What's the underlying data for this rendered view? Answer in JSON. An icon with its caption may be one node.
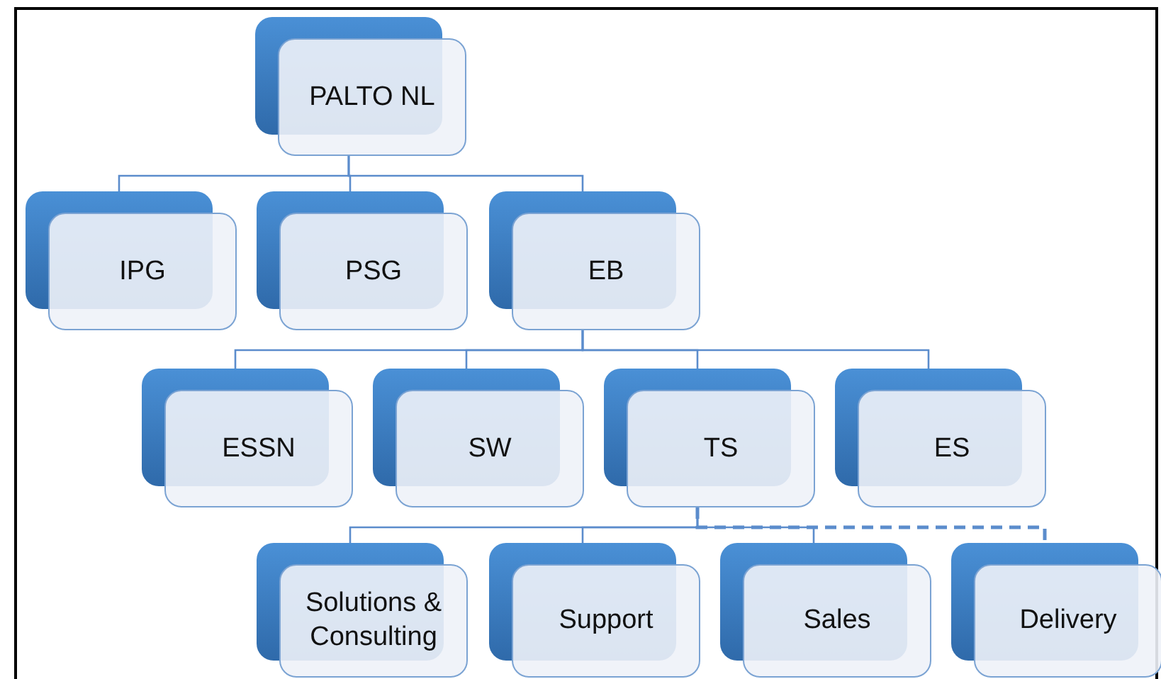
{
  "diagram": {
    "nodes": [
      {
        "text": [
          "PALTO NL"
        ]
      },
      {
        "text": [
          "IPG"
        ]
      },
      {
        "text": [
          "PSG"
        ]
      },
      {
        "text": [
          "EB"
        ]
      },
      {
        "text": [
          "ESSN"
        ]
      },
      {
        "text": [
          "SW"
        ]
      },
      {
        "text": [
          "TS"
        ]
      },
      {
        "text": [
          "ES"
        ]
      },
      {
        "text": [
          "Solutions & Consulting"
        ]
      },
      {
        "text": [
          "Support"
        ]
      },
      {
        "text": [
          "Sales"
        ]
      },
      {
        "text": [
          "Delivery"
        ]
      }
    ],
    "edges": [
      {
        "from": 0,
        "to": 1,
        "arrow": "none"
      },
      {
        "from": 0,
        "to": 2,
        "arrow": "none"
      },
      {
        "from": 0,
        "to": 3,
        "arrow": "none"
      },
      {
        "from": 3,
        "to": 4,
        "arrow": "none"
      },
      {
        "from": 3,
        "to": 5,
        "arrow": "none"
      },
      {
        "from": 3,
        "to": 6,
        "arrow": "none"
      },
      {
        "from": 3,
        "to": 7,
        "arrow": "none"
      },
      {
        "from": 6,
        "to": 8,
        "arrow": "none"
      },
      {
        "from": 6,
        "to": 9,
        "arrow": "none"
      },
      {
        "from": 6,
        "to": 10,
        "arrow": "none"
      },
      {
        "from": 6,
        "to": 11,
        "arrow": "none",
        "style": "dashed"
      }
    ]
  }
}
